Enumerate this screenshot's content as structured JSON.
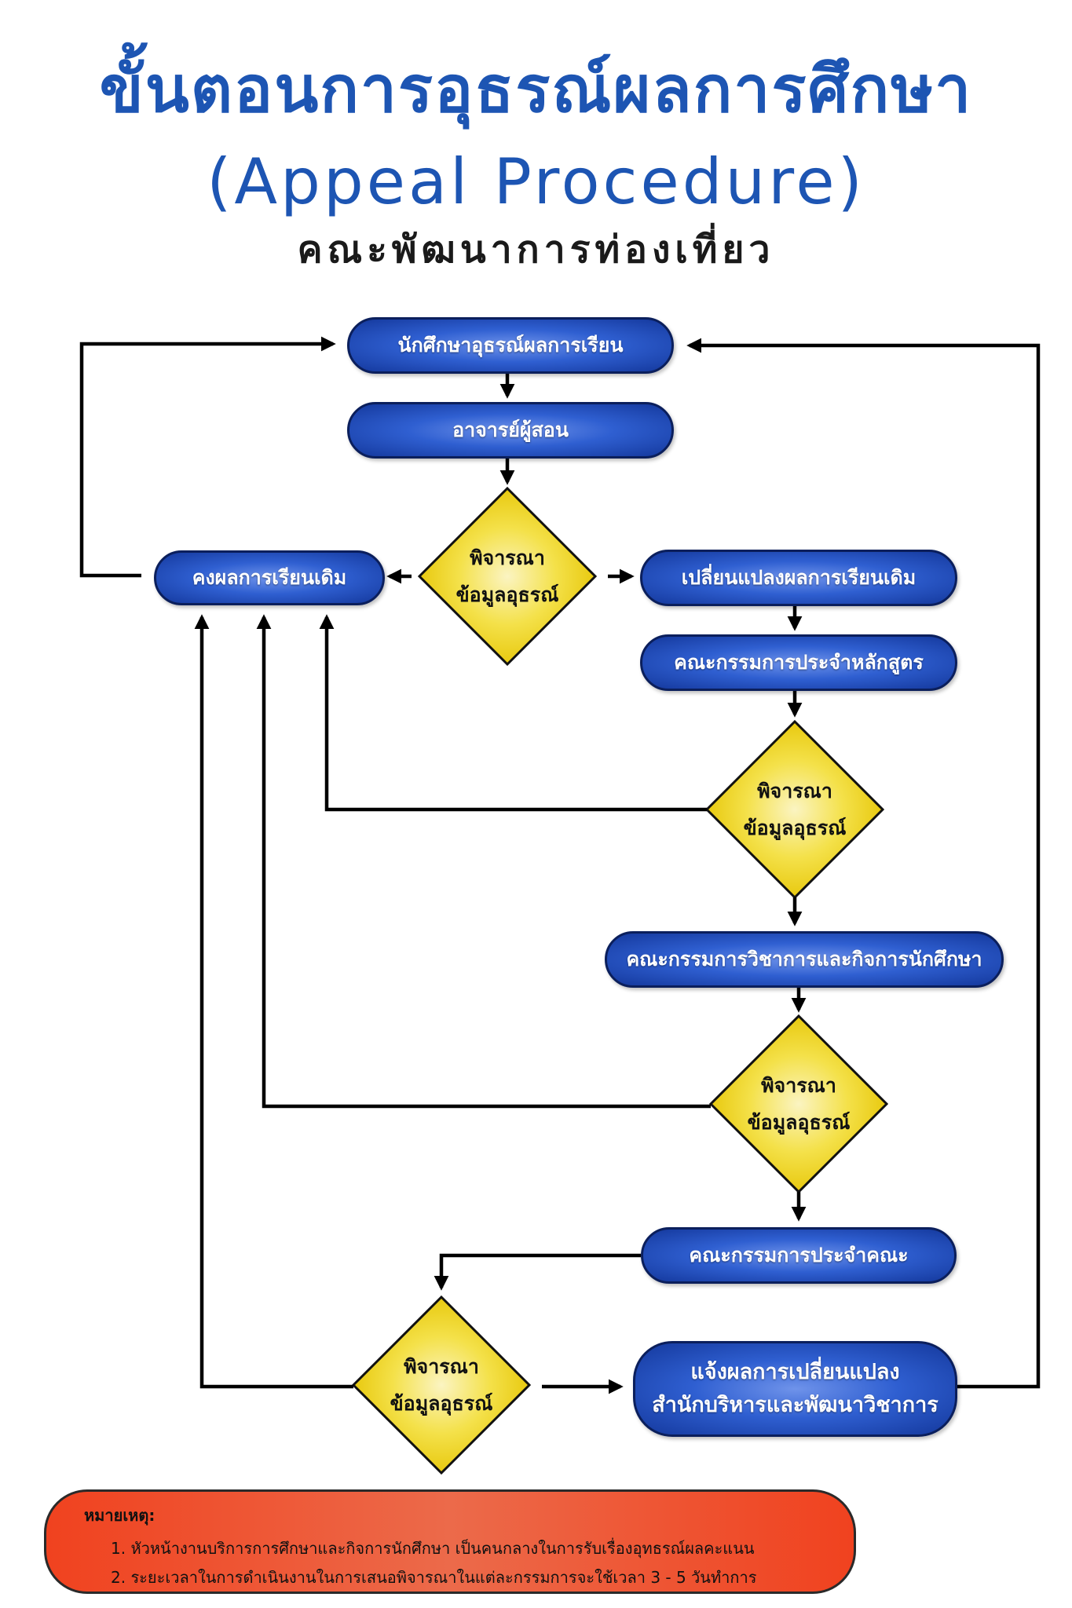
{
  "header": {
    "title_thai": "ขั้นตอนการอุธรณ์ผลการศึกษา",
    "title_english": "(Appeal Procedure)",
    "faculty": "คณะพัฒนาการท่องเที่ยว"
  },
  "flow": {
    "student_appeal": "นักศึกษาอุธรณ์ผลการเรียน",
    "instructor": "อาจารย์ผู้สอน",
    "keep_result": "คงผลการเรียนเดิม",
    "change_result": "เปลี่ยนแปลงผลการเรียนเดิม",
    "curriculum_committee": "คณะกรรมการประจำหลักสูตร",
    "academic_committee": "คณะกรรมการวิชาการและกิจการนักศึกษา",
    "faculty_committee": "คณะกรรมการประจำคณะ",
    "notify_line1": "แจ้งผลการเปลี่ยนแปลง",
    "notify_line2": "สำนักบริหารและพัฒนาวิชาการ",
    "decision_line1": "พิจารณา",
    "decision_line2": "ข้อมูลอุธรณ์"
  },
  "note": {
    "title": "หมายเหตุ:",
    "items": [
      "1. หัวหน้างานบริการการศึกษาและกิจการนักศึกษา เป็นคนกลางในการรับเรื่องอุทธรณ์ผลคะแนน",
      "2. ระยะเวลาในการดำเนินงานในการเสนอพิจารณาในแต่ละกรรมการจะใช้เวลา 3 - 5 วันทำการ"
    ]
  },
  "colors": {
    "title_blue": "#1d55b3",
    "node_blue": "#2f5fd1",
    "node_border": "#0b1f5c",
    "diamond_yellow": "#f3de2b",
    "note_red": "#f0421f",
    "line": "#000000"
  }
}
